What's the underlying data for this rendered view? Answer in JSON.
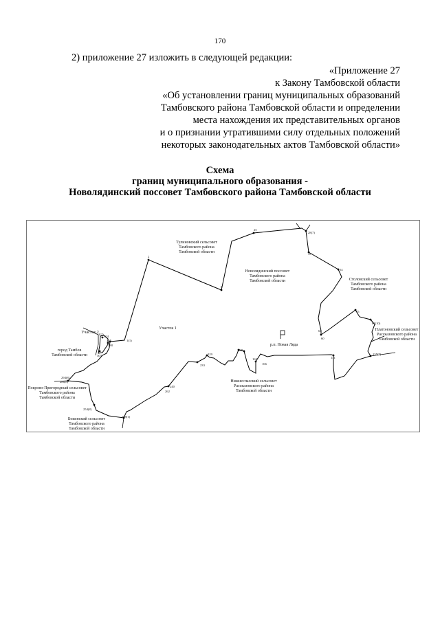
{
  "page_number": "170",
  "amendment_line": "2) приложение 27 изложить в следующей редакции:",
  "appendix_header": [
    "«Приложение 27",
    "к Закону Тамбовской области",
    "«Об установлении границ муниципальных образований",
    "Тамбовского района Тамбовской области и определении",
    "места нахождения их представительных органов",
    "и о признании утратившими силу отдельных положений",
    "некоторых законодательных актов Тамбовской области»"
  ],
  "scheme_title": [
    "Схема",
    "границ муниципального образования -",
    "Новолядинский поссовет Тамбовского района Тамбовской области"
  ],
  "map": {
    "line_color": "#000000",
    "area_labels": {
      "tuzhilov": [
        "Тулиновский сельсовет",
        "Тамбовского района",
        "Тамбовской области"
      ],
      "novolyadinsky": [
        "Новолядинский поссовет",
        "Тамбовского района",
        "Тамбовской области"
      ],
      "stolovsky": [
        "Столовский сельсовет",
        "Тамбовского района",
        "Тамбовской области"
      ],
      "pokrovo_prigorodny": [
        "Покрово-Пригородный сельсовет",
        "Тамбовского района",
        "Тамбовской области"
      ],
      "bokinsky": [
        "Бокинский сельсовет",
        "Тамбовского района",
        "Тамбовской области"
      ],
      "nizhnespassky": [
        "Нижнеспасский сельсовет",
        "Рассказовского района",
        "Тамбовской области"
      ],
      "platonovsky": [
        "Платоновский сельсовет",
        "Рассказовского района",
        "Тамбовской области"
      ],
      "tambov_city": [
        "город Тамбов",
        "Тамбовской области"
      ],
      "plot1": "Участок 1",
      "plot2": "Участок 2",
      "settlement": "р.п. Новая Ляда"
    },
    "point_labels": [
      "1(1)",
      "2",
      "8",
      "25",
      "28(7)",
      "39",
      "54",
      "60",
      "61",
      "75",
      "81(10)",
      "135(7)",
      "141",
      "166",
      "163",
      "198",
      "229",
      "233",
      "240",
      "262",
      "286(8)",
      "294(8)",
      "254(8)",
      "269(1)",
      "335",
      "304",
      "338",
      "303",
      "1(2)"
    ]
  }
}
